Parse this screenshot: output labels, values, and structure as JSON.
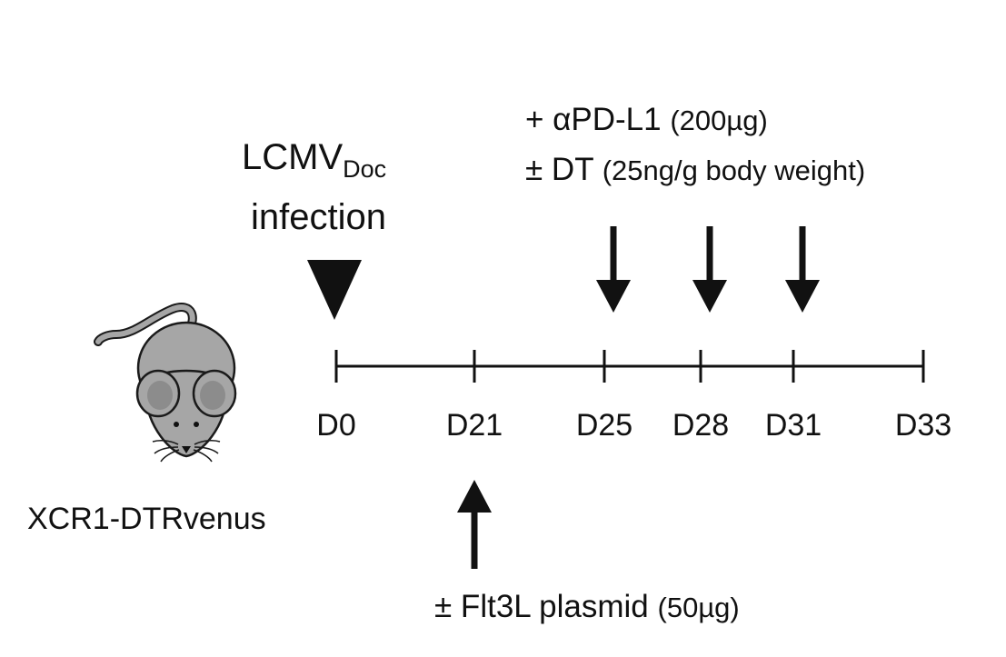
{
  "infection": {
    "label_main": "LCMV",
    "label_sub": "Doc",
    "label_line2": "infection"
  },
  "treatment": {
    "line1_main": "+ αPD-L1",
    "line1_paren": "(200µg)",
    "line2_main": "± DT",
    "line2_paren": "(25ng/g body weight)"
  },
  "flt3l": {
    "main": "± Flt3L plasmid",
    "paren": "(50µg)"
  },
  "mouse": {
    "strain_label": "XCR1-DTRvenus",
    "icon": "mouse-icon"
  },
  "timeline": {
    "ticks": [
      "D0",
      "D21",
      "D25",
      "D28",
      "D31",
      "D33"
    ],
    "infection_day": "D0",
    "flt3l_day": "D21",
    "treatment_days": [
      "D25",
      "D28",
      "D31"
    ]
  },
  "colors": {
    "line": "#111111",
    "mouse_body": "#a6a6a6",
    "mouse_ear_inner": "#8c8c8c",
    "mouse_outline": "#1a1a1a"
  }
}
